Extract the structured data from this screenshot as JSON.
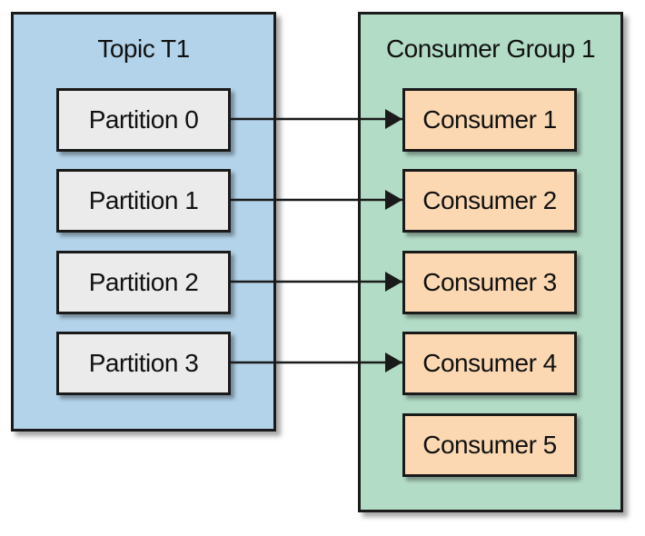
{
  "colors": {
    "topic_fill": "#b3d3ea",
    "consumer_group_fill": "#b3dcc6",
    "partition_fill": "#ebebeb",
    "consumer_fill": "#fbd8b2",
    "stroke": "#1a1a1a"
  },
  "topic": {
    "title": "Topic T1",
    "partitions": [
      {
        "label": "Partition 0"
      },
      {
        "label": "Partition 1"
      },
      {
        "label": "Partition 2"
      },
      {
        "label": "Partition 3"
      }
    ]
  },
  "consumer_group": {
    "title": "Consumer Group 1",
    "consumers": [
      {
        "label": "Consumer 1"
      },
      {
        "label": "Consumer 2"
      },
      {
        "label": "Consumer 3"
      },
      {
        "label": "Consumer 4"
      },
      {
        "label": "Consumer 5"
      }
    ]
  },
  "assignments": [
    {
      "from": "Partition 0",
      "to": "Consumer 1"
    },
    {
      "from": "Partition 1",
      "to": "Consumer 2"
    },
    {
      "from": "Partition 2",
      "to": "Consumer 3"
    },
    {
      "from": "Partition 3",
      "to": "Consumer 4"
    }
  ]
}
